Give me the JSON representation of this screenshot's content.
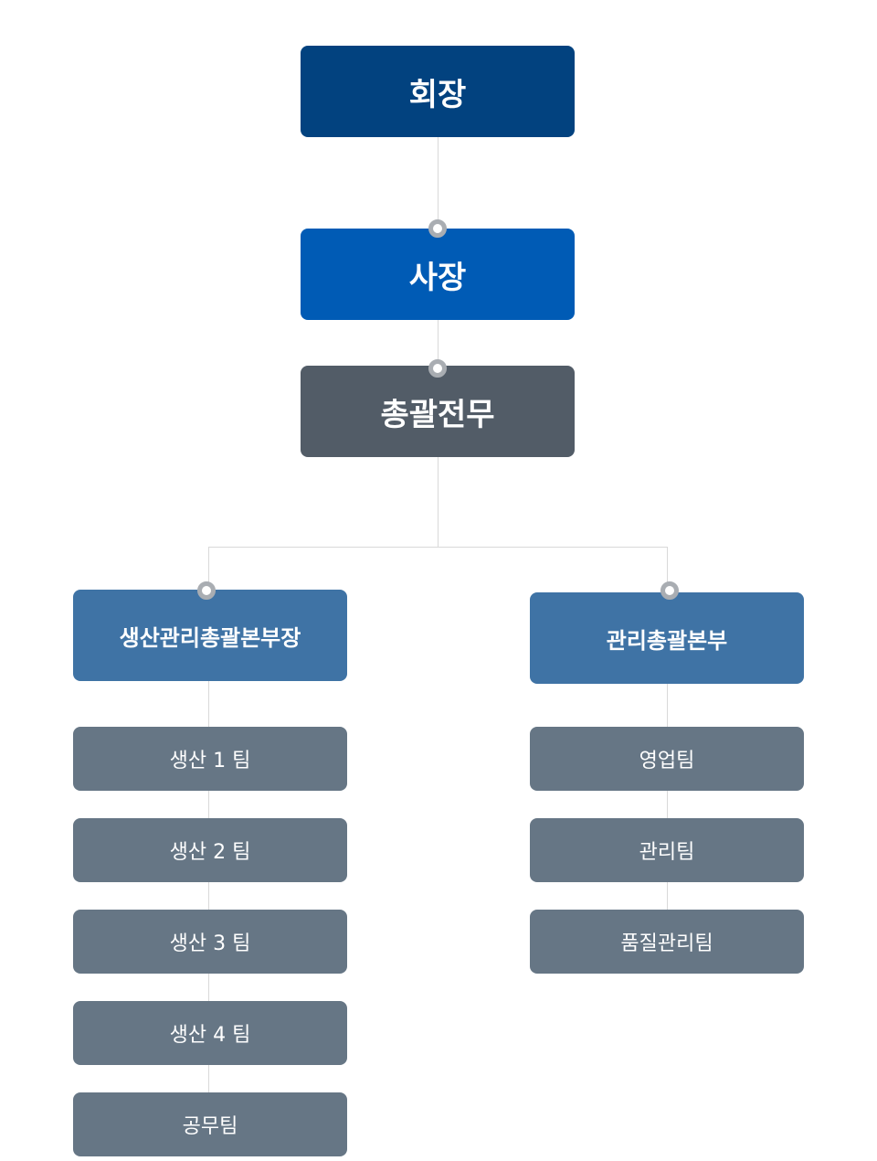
{
  "colors": {
    "chairman": "#02427f",
    "president": "#005bb5",
    "executive": "#525c67",
    "division": "#3f73a5",
    "team": "#667685",
    "connector": "#d9d9d9",
    "node_ring": "#a9adb2"
  },
  "org": {
    "chairman": "회장",
    "president": "사장",
    "executive": "총괄전무",
    "production_division": {
      "title": "생산관리총괄본부장",
      "teams": [
        "생산 1 팀",
        "생산 2 팀",
        "생산 3 팀",
        "생산 4 팀",
        "공무팀"
      ]
    },
    "management_division": {
      "title": "관리총괄본부",
      "teams": [
        "영업팀",
        "관리팀",
        "품질관리팀"
      ]
    }
  }
}
